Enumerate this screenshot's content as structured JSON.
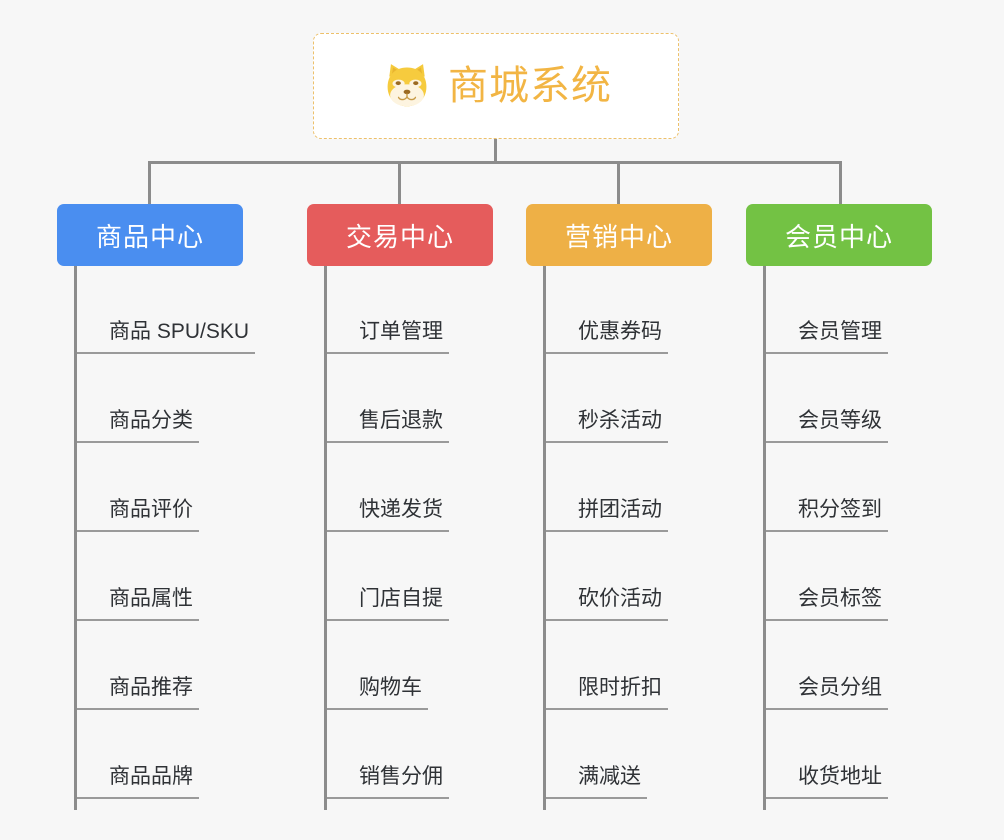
{
  "root": {
    "title": "商城系统",
    "icon": "shiba-dog-icon",
    "border_color": "#edc06a",
    "text_color": "#f2b544",
    "background": "#ffffff"
  },
  "canvas": {
    "background": "#f7f7f7",
    "connector_color": "#8c8c8c",
    "leaf_underline_color": "#9a9a9a",
    "leaf_text_color": "#2f3236"
  },
  "columns": [
    {
      "title": "商品中心",
      "color": "#4a8ef0",
      "items": [
        "商品 SPU/SKU",
        "商品分类",
        "商品评价",
        "商品属性",
        "商品推荐",
        "商品品牌"
      ]
    },
    {
      "title": "交易中心",
      "color": "#e55c5c",
      "items": [
        "订单管理",
        "售后退款",
        "快递发货",
        "门店自提",
        "购物车",
        "销售分佣"
      ]
    },
    {
      "title": "营销中心",
      "color": "#eeb046",
      "items": [
        "优惠券码",
        "秒杀活动",
        "拼团活动",
        "砍价活动",
        "限时折扣",
        "满减送"
      ]
    },
    {
      "title": "会员中心",
      "color": "#73c244",
      "items": [
        "会员管理",
        "会员等级",
        "积分签到",
        "会员标签",
        "会员分组",
        "收货地址"
      ]
    }
  ]
}
